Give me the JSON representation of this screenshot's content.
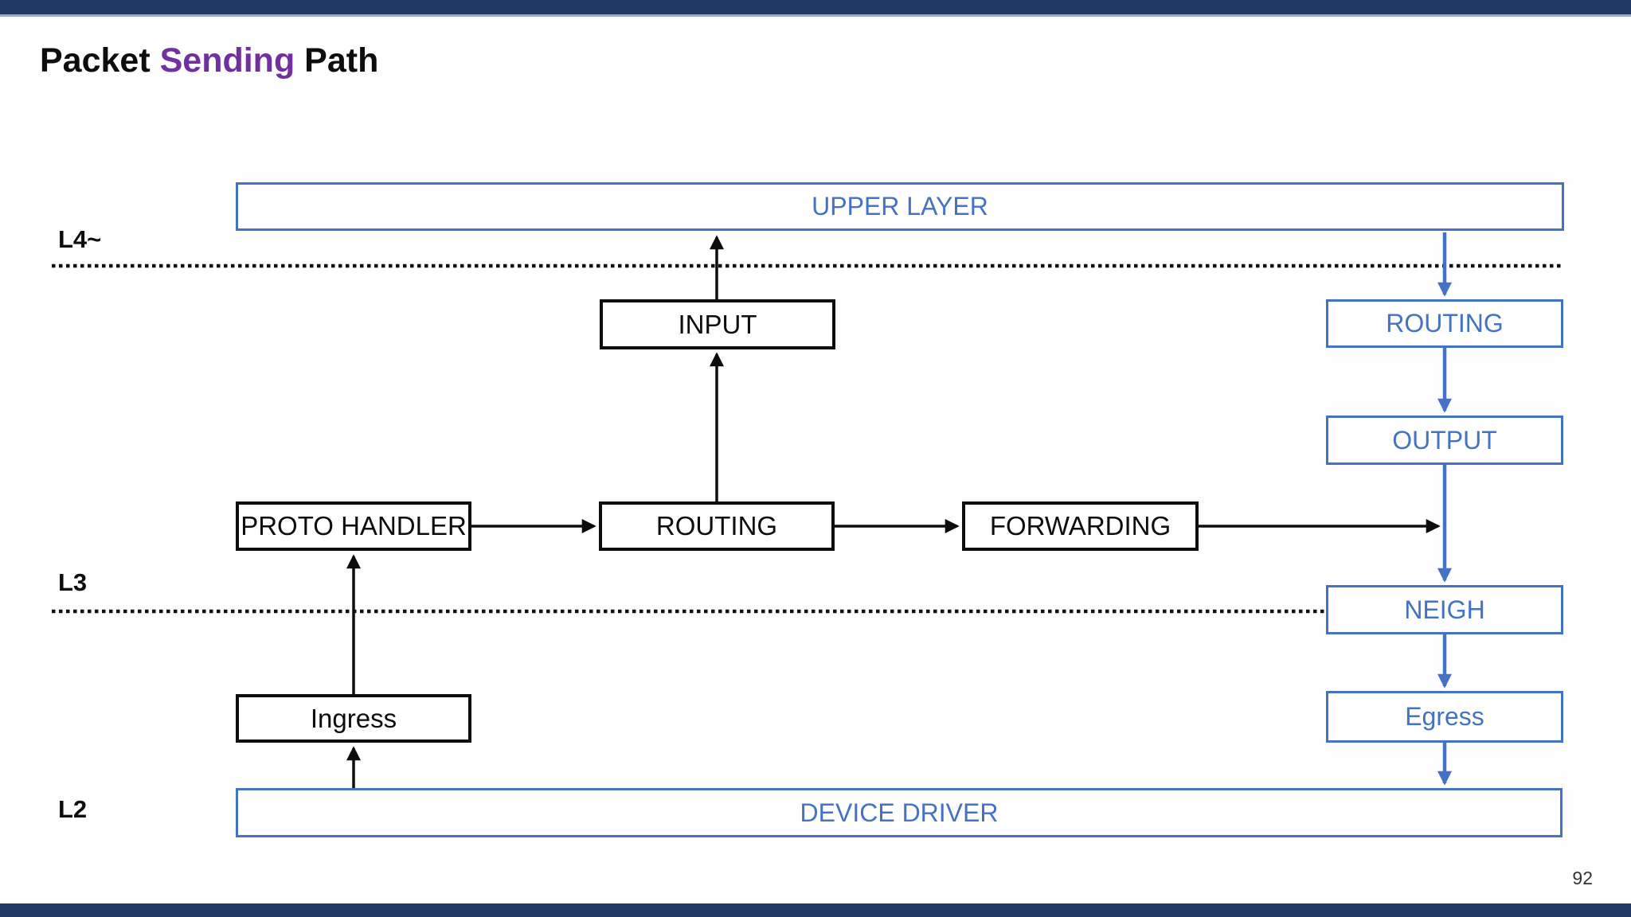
{
  "slide": {
    "title": {
      "leading": "Packet ",
      "accent": "Sending",
      "trailing": " Path"
    },
    "page_number": "92"
  },
  "colors": {
    "accent_blue": "#4472C4",
    "diagram_black": "#0D0D0D",
    "title_accent_purple": "#7030A0",
    "bar_navy": "#1F3864",
    "background": "#FEFEFE"
  },
  "diagram": {
    "layers": [
      {
        "label": "L4~"
      },
      {
        "label": "L3"
      },
      {
        "label": "L2"
      }
    ],
    "nodes": {
      "upper_layer": {
        "label": "UPPER LAYER",
        "style": "blue"
      },
      "input": {
        "label": "INPUT",
        "style": "black"
      },
      "routing_right": {
        "label": "ROUTING",
        "style": "blue"
      },
      "output": {
        "label": "OUTPUT",
        "style": "blue"
      },
      "proto_handler": {
        "label": "PROTO HANDLER",
        "style": "black"
      },
      "routing_mid": {
        "label": "ROUTING",
        "style": "black"
      },
      "forwarding": {
        "label": "FORWARDING",
        "style": "black"
      },
      "neigh": {
        "label": "NEIGH",
        "style": "blue"
      },
      "ingress": {
        "label": "Ingress",
        "style": "black"
      },
      "egress": {
        "label": "Egress",
        "style": "blue"
      },
      "device_driver": {
        "label": "DEVICE DRIVER",
        "style": "blue"
      }
    },
    "connections": [
      {
        "from": "input",
        "to": "upper_layer",
        "color": "black"
      },
      {
        "from": "routing_mid",
        "to": "input",
        "color": "black"
      },
      {
        "from": "proto_handler",
        "to": "routing_mid",
        "color": "black"
      },
      {
        "from": "routing_mid",
        "to": "forwarding",
        "color": "black"
      },
      {
        "from": "forwarding",
        "to": "send_path",
        "color": "black"
      },
      {
        "from": "device_driver",
        "to": "ingress",
        "color": "black"
      },
      {
        "from": "ingress",
        "to": "proto_handler",
        "color": "black"
      },
      {
        "from": "upper_layer",
        "to": "routing_right",
        "color": "blue"
      },
      {
        "from": "routing_right",
        "to": "output",
        "color": "blue"
      },
      {
        "from": "output",
        "to": "neigh",
        "color": "blue"
      },
      {
        "from": "neigh",
        "to": "egress",
        "color": "blue"
      },
      {
        "from": "egress",
        "to": "device_driver",
        "color": "blue"
      }
    ]
  }
}
